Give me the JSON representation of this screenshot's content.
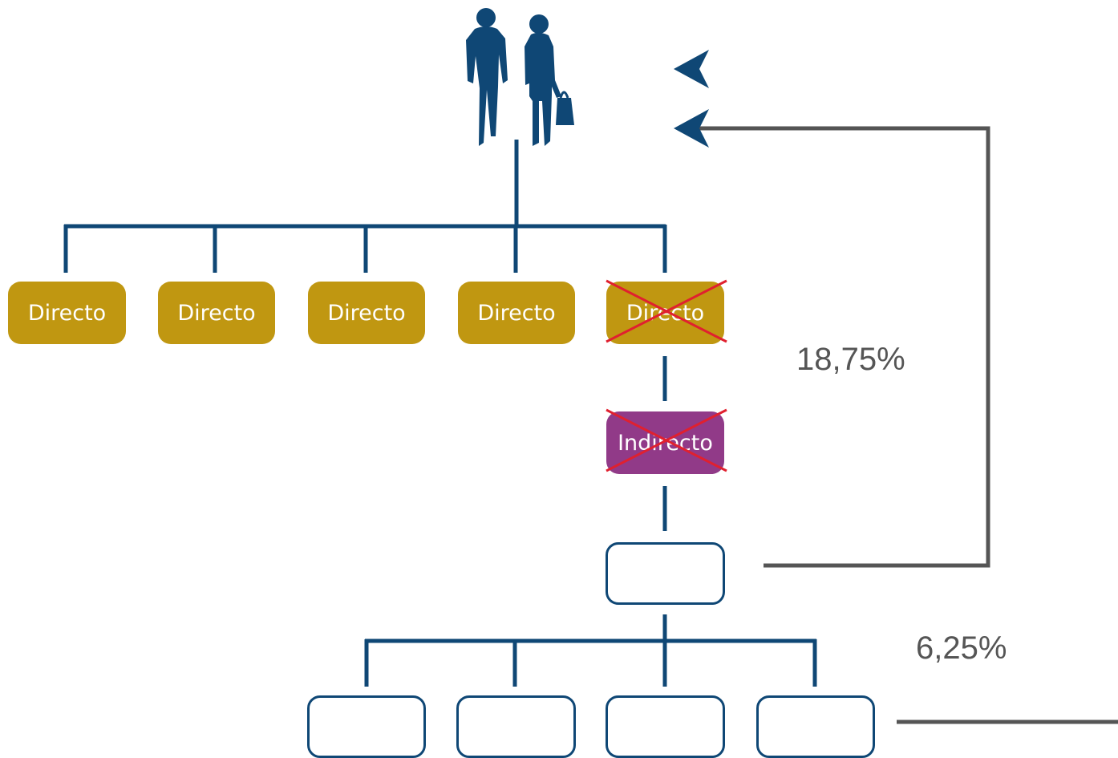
{
  "diagram": {
    "direct_nodes": [
      {
        "label": "Directo",
        "crossed": false
      },
      {
        "label": "Directo",
        "crossed": false
      },
      {
        "label": "Directo",
        "crossed": false
      },
      {
        "label": "Directo",
        "crossed": false
      },
      {
        "label": "Directo",
        "crossed": true
      }
    ],
    "indirect_node": {
      "label": "Indirecto",
      "crossed": true
    },
    "percent_upper": "18,75%",
    "percent_lower": "6,25%",
    "icon": "couple-walking-icon",
    "colors": {
      "line": "#0f4775",
      "direct": "#c09711",
      "indirect": "#913a88",
      "cross": "#e0202f",
      "arrow_gray": "#555555",
      "text_gray": "#555555"
    }
  }
}
